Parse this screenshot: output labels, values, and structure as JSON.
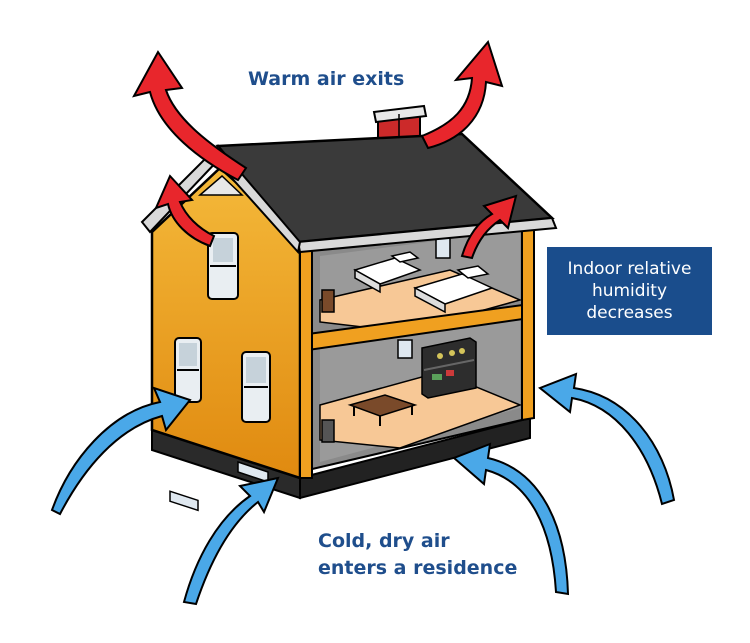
{
  "labels": {
    "warm_air": "Warm air exits",
    "cold_air_line1": "Cold, dry air",
    "cold_air_line2": "enters a residence",
    "humidity": "Indoor relative\nhumidity\ndecreases"
  },
  "colors": {
    "label_text": "#1f4e8c",
    "box_fill": "#1a4d8c",
    "warm_arrow": "#e8262c",
    "cold_arrow": "#4aa8e8",
    "wall": "#f0a020",
    "roof": "#3a3a3a",
    "floor": "#f7c896",
    "chimney": "#cc2a2a"
  },
  "icons": [
    "warm-air-arrow",
    "cold-air-arrow",
    "house-cutaway",
    "bed-icon",
    "table-icon",
    "shelf-icon"
  ]
}
